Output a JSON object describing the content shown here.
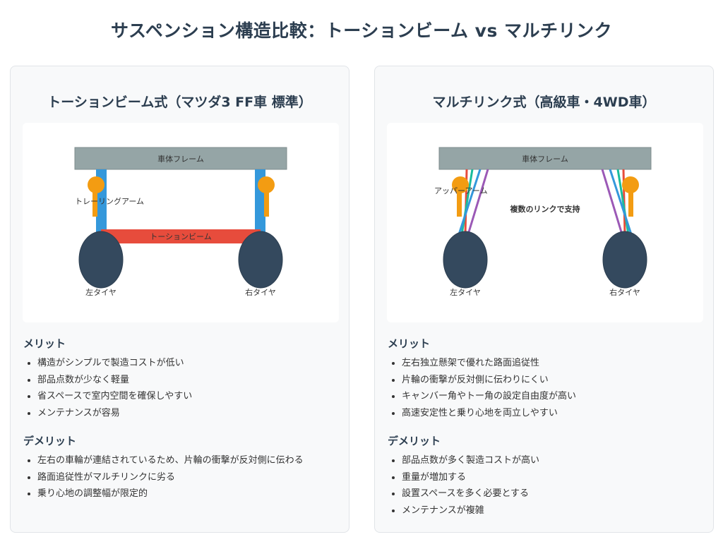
{
  "page_title": "サスペンション構造比較：トーションビーム vs マルチリンク",
  "colors": {
    "frame": "#95a5a6",
    "tire": "#34495e",
    "blue_arm": "#3498db",
    "beam": "#e74c3c",
    "knuckle": "#f39c12",
    "link_red": "#e74c3c",
    "link_teal": "#1abc9c",
    "link_blue": "#3498db",
    "link_purple": "#9b59b6",
    "heading": "#2c3e50"
  },
  "torsion": {
    "title": "トーションビーム式（マツダ3 FF車 標準）",
    "diagram": {
      "frame_label": "車体フレーム",
      "arm_label": "トレーリングアーム",
      "beam_label": "トーションビーム",
      "left_tire_label": "左タイヤ",
      "right_tire_label": "右タイヤ"
    },
    "merit_heading": "メリット",
    "merits": [
      "構造がシンプルで製造コストが低い",
      "部品点数が少なく軽量",
      "省スペースで室内空間を確保しやすい",
      "メンテナンスが容易"
    ],
    "demerit_heading": "デメリット",
    "demerits": [
      "左右の車輪が連結されているため、片輪の衝撃が反対側に伝わる",
      "路面追従性がマルチリンクに劣る",
      "乗り心地の調整幅が限定的"
    ]
  },
  "multilink": {
    "title": "マルチリンク式（高級車・4WD車）",
    "diagram": {
      "frame_label": "車体フレーム",
      "arm_label": "アッパーアーム",
      "center_label": "複数のリンクで支持",
      "left_tire_label": "左タイヤ",
      "right_tire_label": "右タイヤ"
    },
    "merit_heading": "メリット",
    "merits": [
      "左右独立懸架で優れた路面追従性",
      "片輪の衝撃が反対側に伝わりにくい",
      "キャンバー角やトー角の設定自由度が高い",
      "高速安定性と乗り心地を両立しやすい"
    ],
    "demerit_heading": "デメリット",
    "demerits": [
      "部品点数が多く製造コストが高い",
      "重量が増加する",
      "設置スペースを多く必要とする",
      "メンテナンスが複雑"
    ]
  }
}
